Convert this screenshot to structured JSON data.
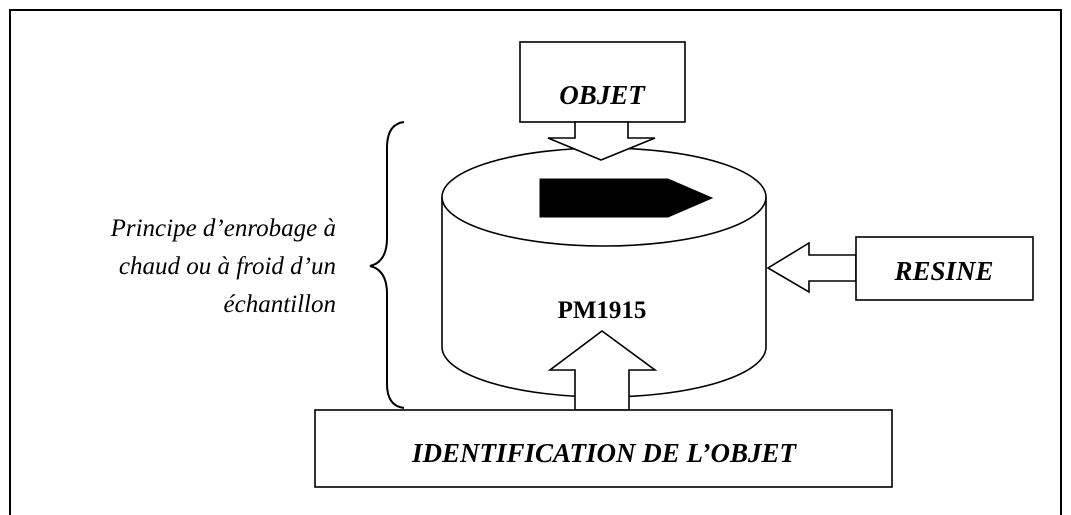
{
  "diagram": {
    "caption_lines": [
      "Principe d’enrobage à",
      "chaud ou à  froid d’un",
      "échantillon"
    ],
    "top_box_label": "OBJET",
    "right_box_label": "RESINE",
    "bottom_box_label": "IDENTIFICATION DE L’OBJET",
    "cylinder_label": "PM1915"
  }
}
